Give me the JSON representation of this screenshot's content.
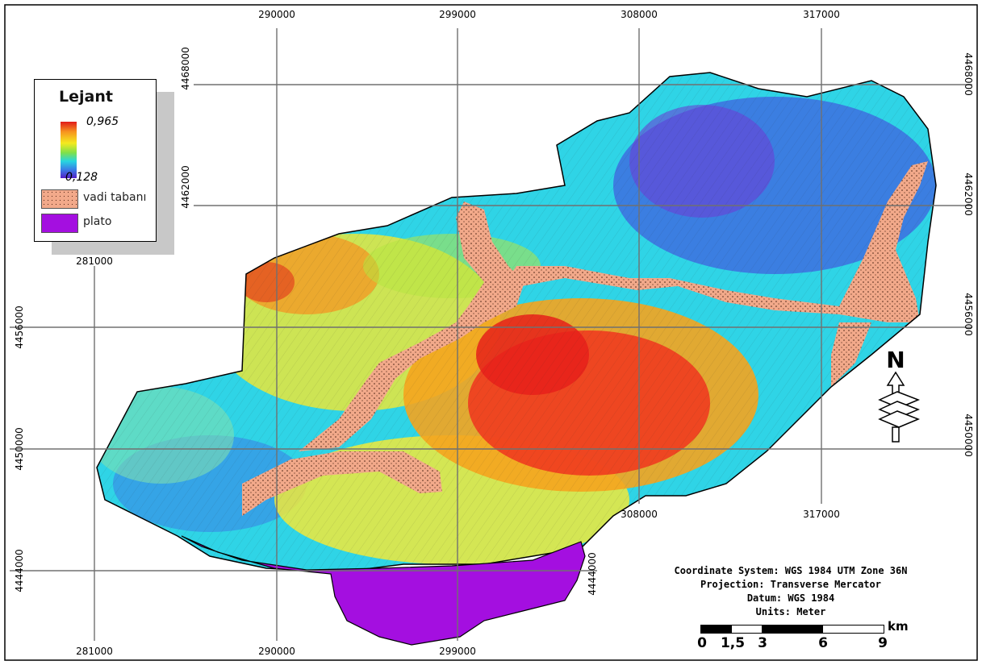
{
  "grid": {
    "top_x_labels": [
      "290000",
      "299000",
      "308000",
      "317000"
    ],
    "bottom_x_labels": [
      "281000",
      "290000",
      "299000"
    ],
    "inner_x_labels": [
      "281000",
      "308000",
      "317000"
    ],
    "left_y_labels": [
      "4468000",
      "4456000",
      "4450000",
      "4444000"
    ],
    "right_y_labels": [
      "4468000",
      "4462000",
      "4456000",
      "4450000"
    ],
    "inner_y_labels": [
      "4462000",
      "4444000"
    ]
  },
  "legend": {
    "title": "Lejant",
    "ramp_max": "0,965",
    "ramp_min": "0,128",
    "ramp_colors": [
      "#e11b1b",
      "#f7951f",
      "#f4ea1f",
      "#7fe04a",
      "#27d6e0",
      "#3a7de6",
      "#5320c8"
    ],
    "items": [
      {
        "label": "vadi tabanı",
        "color": "#f2a98a"
      },
      {
        "label": "plato",
        "color": "#a40fe0"
      }
    ]
  },
  "info": {
    "coordinate_system": "Coordinate System: WGS 1984 UTM Zone 36N",
    "projection": "Projection: Transverse Mercator",
    "datum": "Datum: WGS 1984",
    "units": "Units: Meter"
  },
  "scale": {
    "unit": "km",
    "ticks": [
      "0",
      "1,5",
      "3",
      "6",
      "9"
    ]
  },
  "north_arrow": {
    "label": "N"
  }
}
